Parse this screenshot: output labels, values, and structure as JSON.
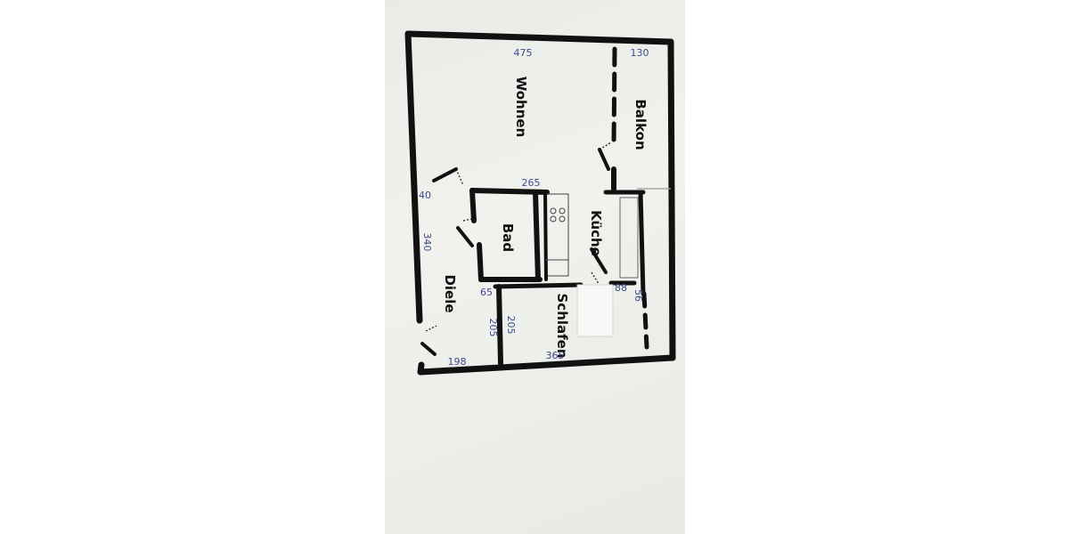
{
  "rooms": {
    "wohnen": "Wohnen",
    "balkon": "Balkon",
    "kueche": "Küche",
    "bad": "Bad",
    "diele": "Diele",
    "schlafen": "Schlafen"
  },
  "dimensions": {
    "top_living": "475",
    "top_balcony": "130",
    "bath_top": "265",
    "left_small": "40",
    "left_long": "340",
    "bath_bottom": "65",
    "corridor_width": "205",
    "bedroom_wall": "205",
    "bottom_left": "198",
    "bottom_right": "365",
    "kitchen_bottom": "88",
    "kitchen_side": "56"
  },
  "colors": {
    "paper": "#eceee9",
    "ink": "#111111",
    "pen": "#3b4b8c"
  }
}
